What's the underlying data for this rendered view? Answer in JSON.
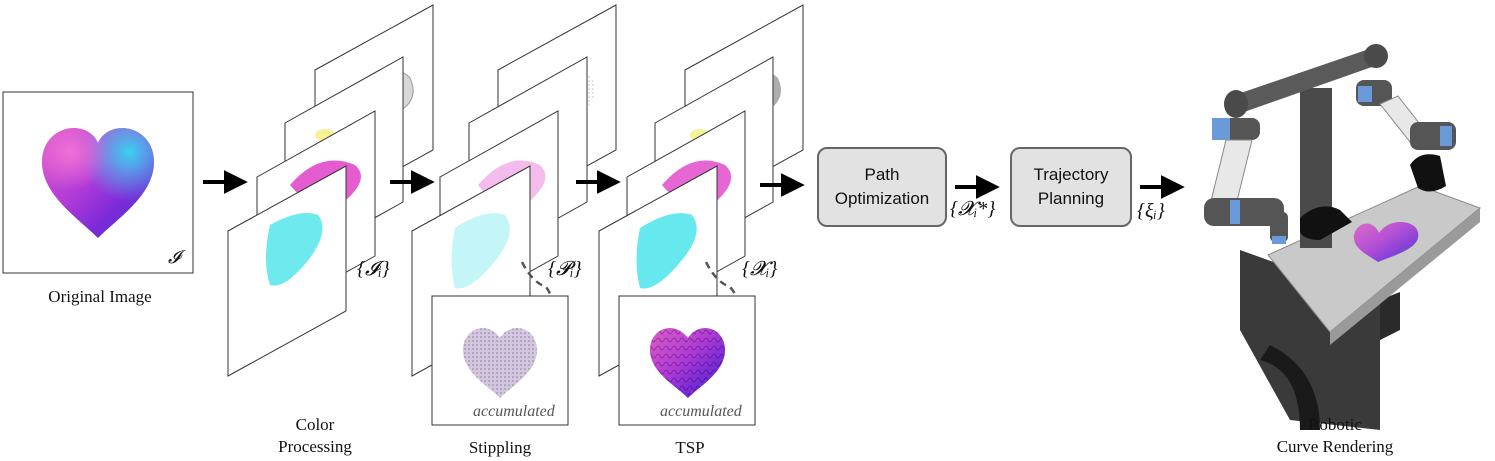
{
  "stages": {
    "original": {
      "label": "Original Image",
      "symbol": "𝓘"
    },
    "color": {
      "label_line1": "Color",
      "label_line2": "Processing",
      "set": "{𝓘ᵢ}"
    },
    "stippling": {
      "label": "Stippling",
      "set": "{𝓟ᵢ}",
      "accumulated": "accumulated"
    },
    "tsp": {
      "label": "TSP",
      "set": "{𝓧ᵢ}",
      "accumulated": "accumulated"
    },
    "path_opt": {
      "line1": "Path",
      "line2": "Optimization",
      "output": "{𝓧ᵢ*}"
    },
    "trajectory": {
      "line1": "Trajectory",
      "line2": "Planning",
      "output": "{ξᵢ}"
    },
    "robot": {
      "label_line1": "Robotic",
      "label_line2": "Curve Rendering"
    }
  },
  "colors": {
    "cyan": "#55e6ec",
    "magenta": "#e040c8",
    "yellow": "#f2ee6a",
    "gray": "#8a8a8a",
    "box_fill": "#e2e2e2",
    "arrow": "#000000"
  }
}
